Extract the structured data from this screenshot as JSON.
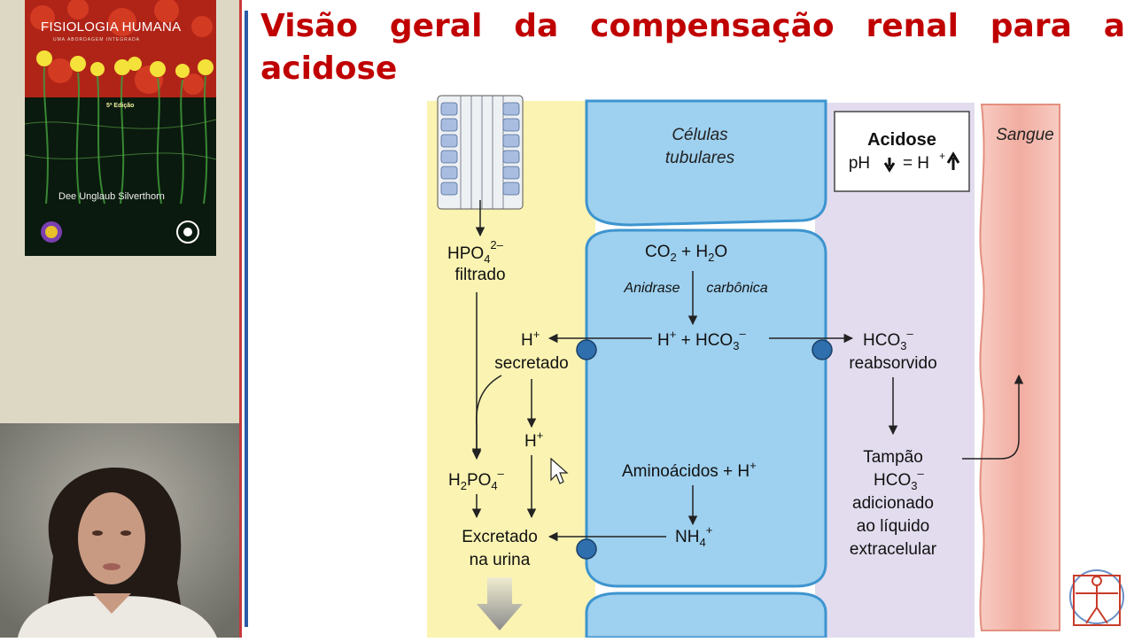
{
  "slide": {
    "title_line1": "Visão geral da compensação renal para a",
    "title_line2": "acidose"
  },
  "book": {
    "title": "FISIOLOGIA HUMANA",
    "subtitle": "UMA ABORDAGEM INTEGRADA",
    "edition": "5ª Edição",
    "author": "Dee Unglaub Silverthorn"
  },
  "figure": {
    "cells_label_1": "Células",
    "cells_label_2": "tubulares",
    "blood_label": "Sangue",
    "acidosis_title": "Acidose",
    "acidosis_ph": "pH",
    "acidosis_eq": "= H",
    "hpo4_filtered": "filtrado",
    "co2": "CO",
    "h2o_plus": " + H",
    "h2o_o": "O",
    "enzyme_1": "Anidrase",
    "enzyme_2": "carbônica",
    "h_secreted_h": "H",
    "h_secreted_label": "secretado",
    "h_plus_hco3": "H",
    "plus_hco": " + HCO",
    "hco3_reabs": "HCO",
    "reabsorbed": "reabsorvido",
    "h_free": "H",
    "amino": "Aminoácidos + H",
    "h2po4_h": "H",
    "h2po4_po": "PO",
    "nh4": "NH",
    "excreted_1": "Excretado",
    "excreted_2": "na urina",
    "buffer_1": "Tampão",
    "buffer_2": "HCO",
    "buffer_3": "adicionado",
    "buffer_4": "ao líquido",
    "buffer_5": "extracelular",
    "hpo4": "HPO"
  },
  "colors": {
    "title": "#c00000",
    "lumen": "#faf3b2",
    "cell": "#9ed0ef",
    "interstitial": "#e2dcee",
    "blood": "#f2b3a8",
    "transporter": "#2f6fae"
  }
}
